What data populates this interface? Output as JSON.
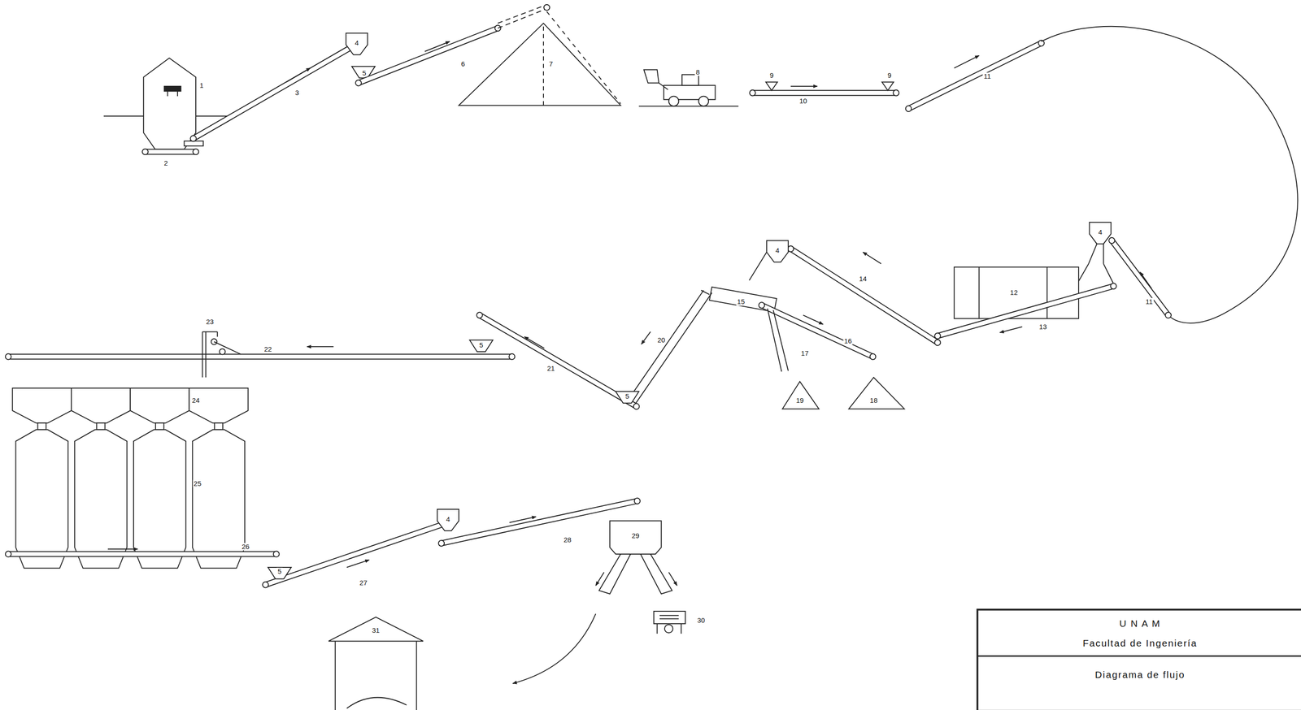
{
  "diagram": {
    "nodes": [
      {
        "text": [
          "U N A M",
          "Facultad de Ingeniería",
          "Diagrama de flujo"
        ]
      }
    ],
    "labels": [
      "1",
      "2",
      "3",
      "4",
      "5",
      "6",
      "7",
      "8",
      "9",
      "9",
      "10",
      "11",
      "4",
      "14",
      "15",
      "16",
      "17",
      "19",
      "18",
      "20",
      "21",
      "5",
      "22",
      "5",
      "23",
      "4",
      "12",
      "13",
      "11",
      "24",
      "25",
      "26",
      "27",
      "5",
      "4",
      "28",
      "29",
      "30",
      "31"
    ]
  }
}
